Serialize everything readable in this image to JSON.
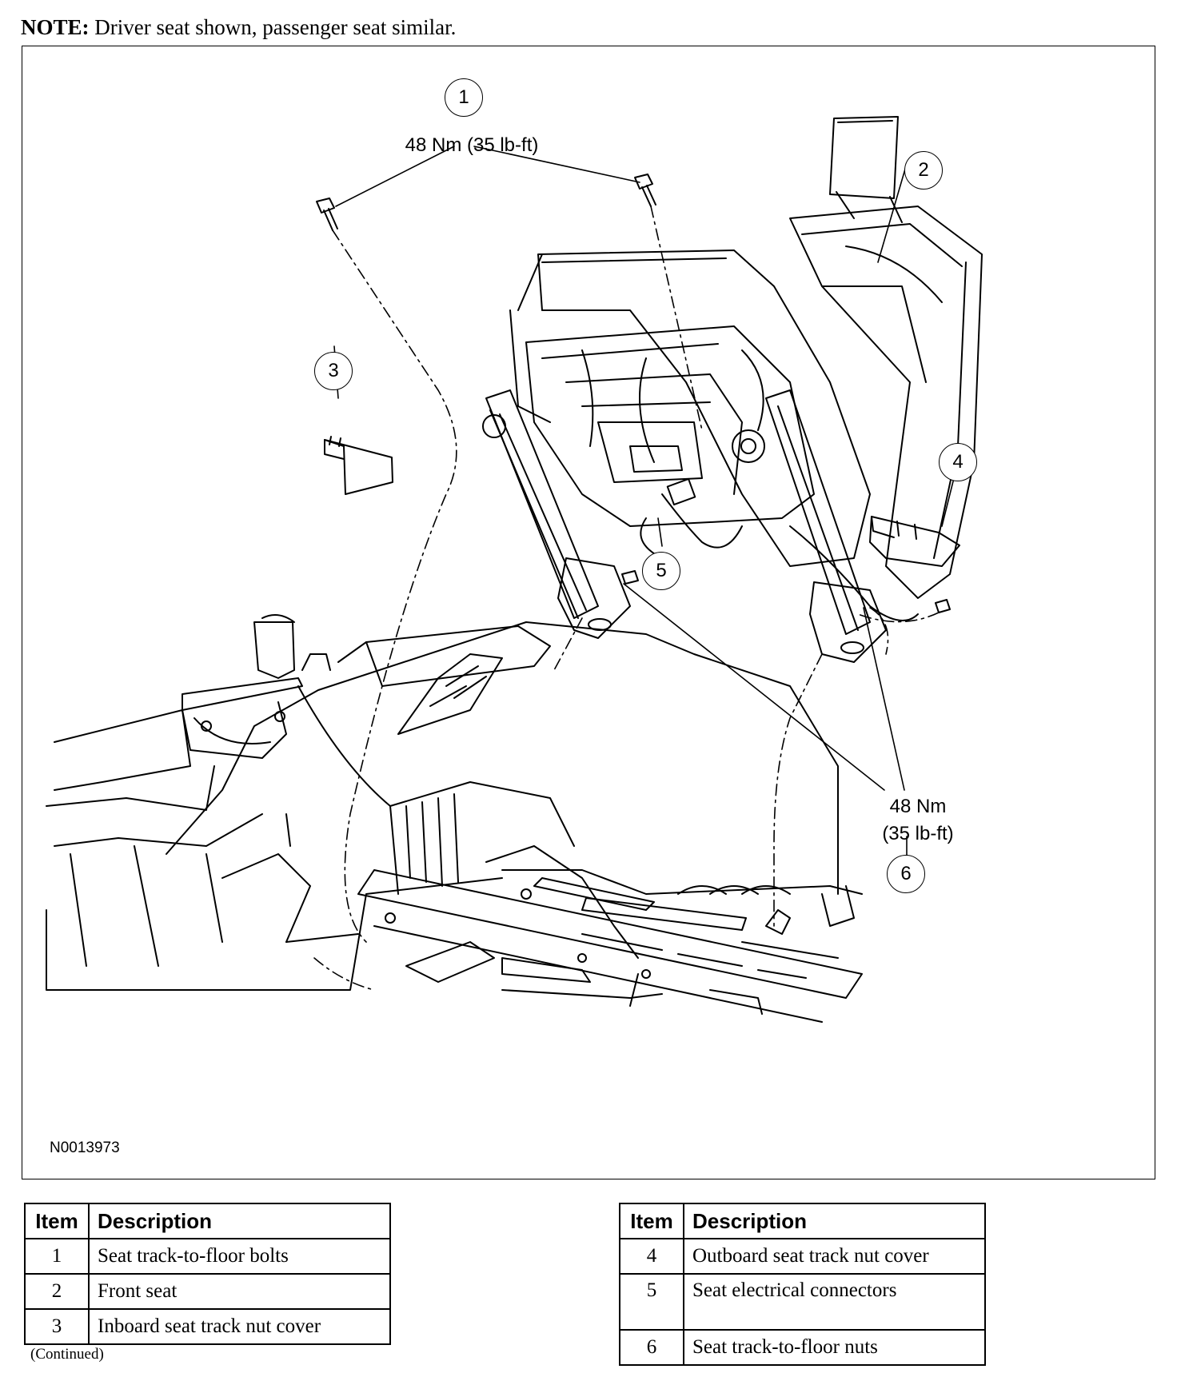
{
  "note": {
    "label": "NOTE:",
    "text": " Driver seat shown, passenger seat similar."
  },
  "figure": {
    "diagram_id": "N0013973",
    "callouts": [
      "1",
      "2",
      "3",
      "4",
      "5",
      "6"
    ],
    "torque_top": "48 Nm (35 lb-ft)",
    "torque_right_line1": "48 Nm",
    "torque_right_line2": "(35 lb-ft)"
  },
  "legend": {
    "headers": {
      "item": "Item",
      "description": "Description"
    },
    "left_rows": [
      {
        "item": "1",
        "description": "Seat track-to-floor bolts"
      },
      {
        "item": "2",
        "description": "Front seat"
      },
      {
        "item": "3",
        "description": "Inboard seat track nut cover"
      }
    ],
    "right_rows": [
      {
        "item": "4",
        "description": "Outboard seat track nut cover"
      },
      {
        "item": "5",
        "description": "Seat electrical connectors"
      },
      {
        "item": "6",
        "description": "Seat track-to-floor nuts"
      }
    ],
    "continued": "(Continued)"
  }
}
